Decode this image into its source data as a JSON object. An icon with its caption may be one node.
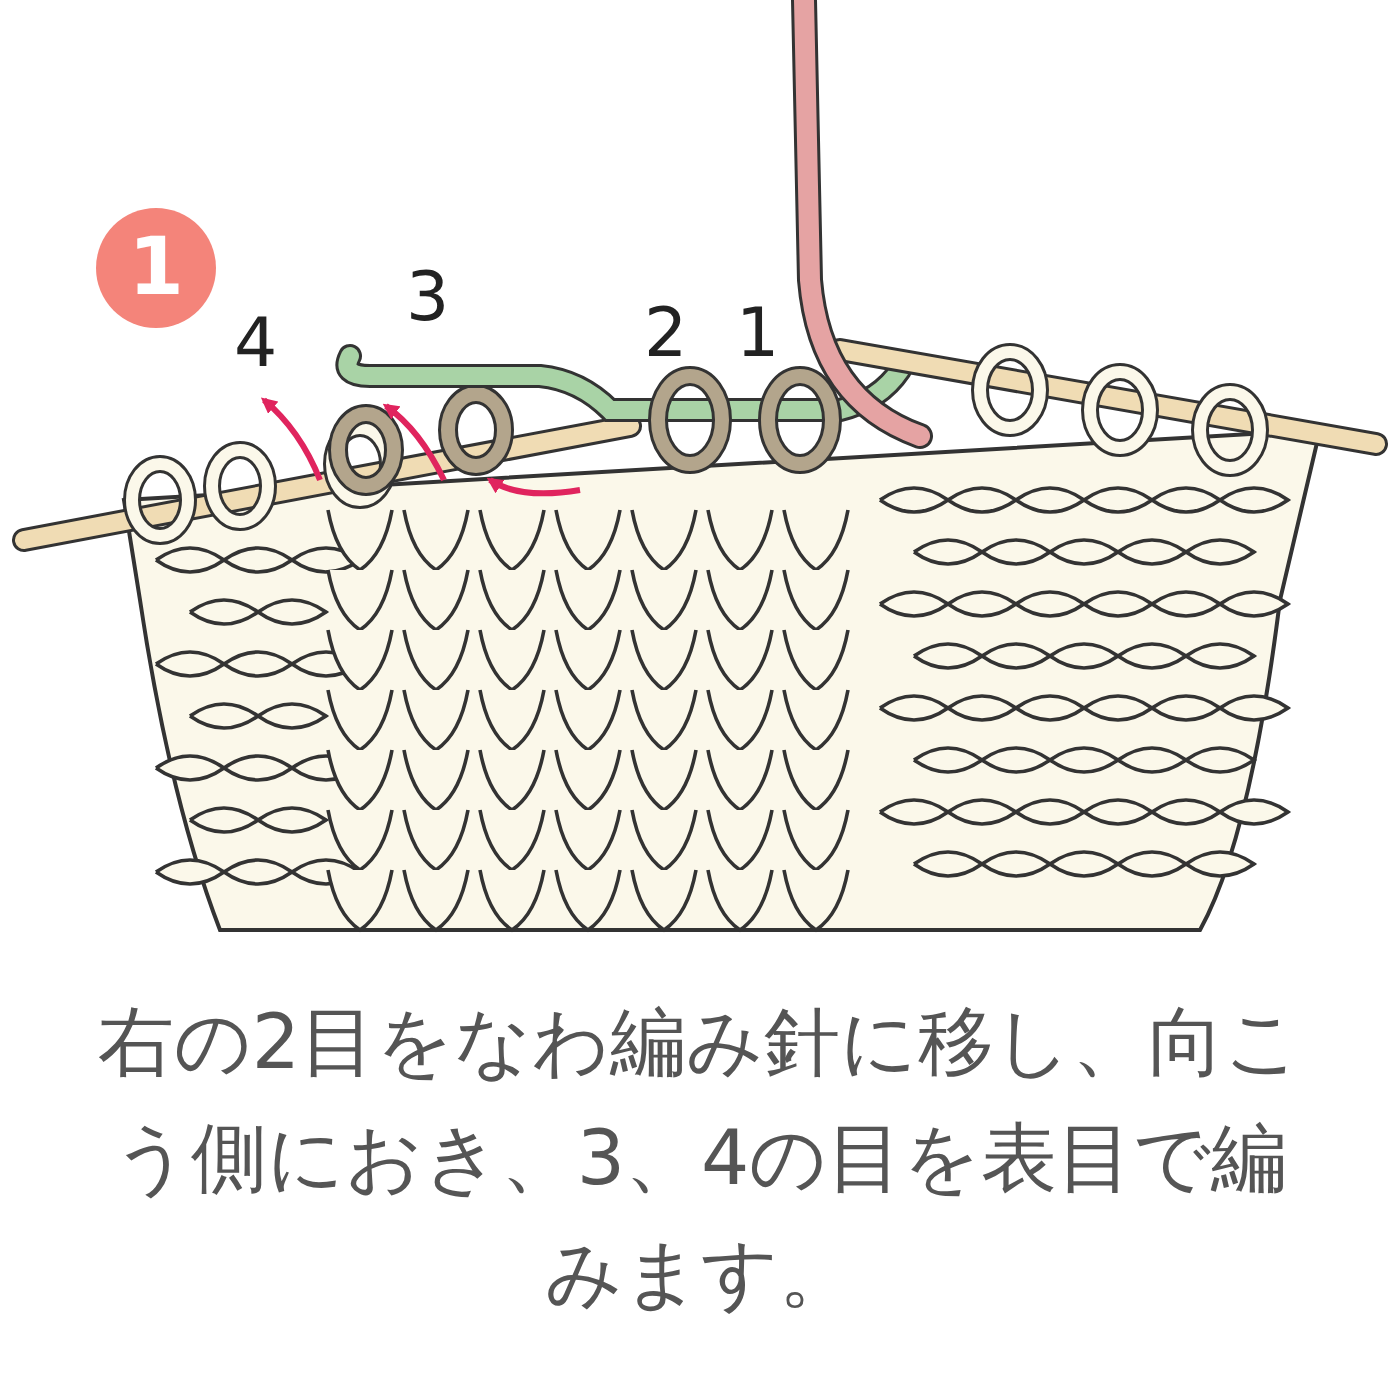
{
  "diagram": {
    "caption": "右の2目をなわ編み針に移し、向こう側におき、3、4の目を表目で編みます。",
    "nodes": [
      {
        "text": [
          "1"
        ]
      }
    ],
    "labels": [
      "4",
      "3",
      "2",
      "1"
    ]
  }
}
